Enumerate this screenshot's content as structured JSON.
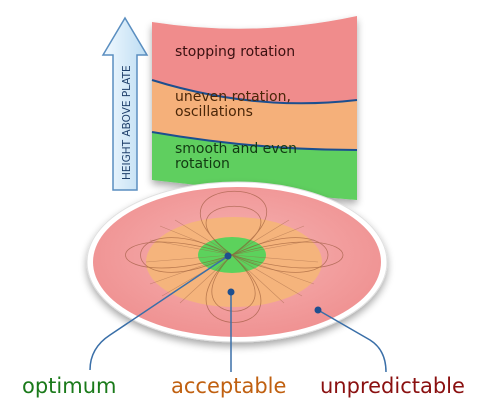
{
  "axis": {
    "label": "HEIGHT ABOVE PLATE"
  },
  "bands": [
    {
      "label_lines": [
        "stopping rotation"
      ],
      "color": "#f08c8c"
    },
    {
      "label_lines": [
        "uneven rotation,",
        "oscillations"
      ],
      "color": "#f5b07a"
    },
    {
      "label_lines": [
        "smooth and even",
        "rotation"
      ],
      "color": "#5fcf5f"
    }
  ],
  "zones": {
    "optimum": {
      "label": "optimum",
      "color": "#1a7a1a"
    },
    "acceptable": {
      "label": "acceptable",
      "color": "#c06010"
    },
    "unpredictable": {
      "label": "unpredictable",
      "color": "#8a1010"
    }
  },
  "colors": {
    "outer_disk": "#f3a0a0",
    "middle_disk": "#f5b47c",
    "inner_disk": "#5cd25c",
    "band_border": "#1e4f8f",
    "arrow_fill": "#d8ecf8",
    "arrow_stroke": "#5a8ec0",
    "leader": "#3a6fa8"
  }
}
